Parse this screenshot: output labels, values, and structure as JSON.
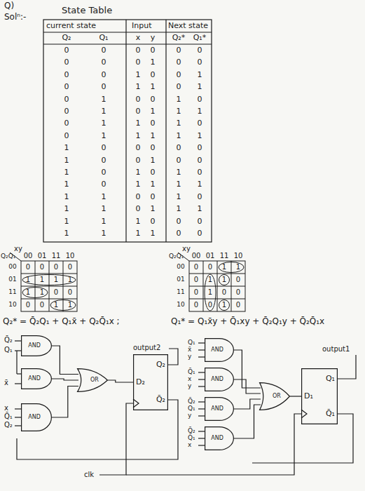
{
  "diagram": {
    "title": "State Table",
    "nodes": [
      {
        "text": [
          "AND"
        ]
      },
      {
        "text": [
          "AND"
        ]
      },
      {
        "text": [
          "AND"
        ]
      },
      {
        "text": [
          "OR"
        ]
      },
      {
        "text": [
          "D₂",
          "Q₂",
          "Q̄₂"
        ]
      },
      {
        "text": [
          "AND"
        ]
      },
      {
        "text": [
          "AND"
        ]
      },
      {
        "text": [
          "AND"
        ]
      },
      {
        "text": [
          "AND"
        ]
      },
      {
        "text": [
          "OR"
        ]
      },
      {
        "text": [
          "D₁",
          "Q₁",
          "Q̄₁"
        ]
      }
    ],
    "edges": [
      {
        "from": 0,
        "to": 3,
        "arrow": "none"
      },
      {
        "from": 1,
        "to": 3,
        "arrow": "none"
      },
      {
        "from": 2,
        "to": 3,
        "arrow": "none"
      },
      {
        "from": 3,
        "to": 4,
        "arrow": "none"
      },
      {
        "from": 5,
        "to": 9,
        "arrow": "none"
      },
      {
        "from": 6,
        "to": 9,
        "arrow": "none"
      },
      {
        "from": 7,
        "to": 9,
        "arrow": "none"
      },
      {
        "from": 8,
        "to": 9,
        "arrow": "none"
      },
      {
        "from": 9,
        "to": 10,
        "arrow": "none"
      }
    ],
    "labels": [
      "Q)",
      "Solⁿ:-",
      "current state",
      "Input",
      "Next state",
      "Q₂",
      "Q₁",
      "x",
      "y",
      "Q₂*",
      "Q₁*",
      "0",
      "0",
      "0",
      "0",
      "0",
      "0",
      "0",
      "0",
      "0",
      "1",
      "0",
      "0",
      "0",
      "0",
      "1",
      "0",
      "0",
      "1",
      "0",
      "0",
      "1",
      "1",
      "0",
      "1",
      "0",
      "1",
      "0",
      "0",
      "1",
      "0",
      "0",
      "1",
      "0",
      "1",
      "1",
      "1",
      "0",
      "1",
      "1",
      "0",
      "1",
      "0",
      "0",
      "1",
      "1",
      "1",
      "1",
      "1",
      "1",
      "0",
      "0",
      "0",
      "0",
      "0",
      "1",
      "0",
      "0",
      "1",
      "0",
      "0",
      "1",
      "0",
      "1",
      "0",
      "1",
      "0",
      "1",
      "0",
      "1",
      "1",
      "1",
      "1",
      "1",
      "1",
      "0",
      "0",
      "1",
      "0",
      "1",
      "1",
      "0",
      "1",
      "1",
      "1",
      "1",
      "1",
      "1",
      "0",
      "0",
      "0",
      "1",
      "1",
      "1",
      "1",
      "0",
      "0",
      "xy",
      "Q₂Q₁",
      "00",
      "01",
      "11",
      "10",
      "00",
      "01",
      "11",
      "10",
      "0",
      "0",
      "0",
      "0",
      "1",
      "1",
      "1",
      "1",
      "1",
      "1",
      "0",
      "0",
      "0",
      "0",
      "1",
      "1",
      "xy",
      "Q₂Q₁",
      "00",
      "01",
      "11",
      "10",
      "00",
      "01",
      "11",
      "10",
      "0",
      "0",
      "1",
      "1",
      "0",
      "1",
      "1",
      "0",
      "0",
      "1",
      "0",
      "0",
      "0",
      "0",
      "1",
      "0",
      "Q₂* = Q̄₂Q₁ + Q₁x̄ + Q₂Q̄₁x ;",
      "Q₁* = Q₁x̄y + Q̄₁xy + Q̄₂Q₁y + Q̄₂Q̄₁x",
      "Q̄₂",
      "Q₁",
      "x̄",
      "x",
      "Q̄₁",
      "Q₂",
      "Q₁",
      "x̄",
      "y",
      "Q̄₁",
      "x",
      "y",
      "Q̄₂",
      "Q₁",
      "y",
      "Q̄₂",
      "Q̄₁",
      "x",
      "output2",
      "output1",
      "clk"
    ]
  }
}
